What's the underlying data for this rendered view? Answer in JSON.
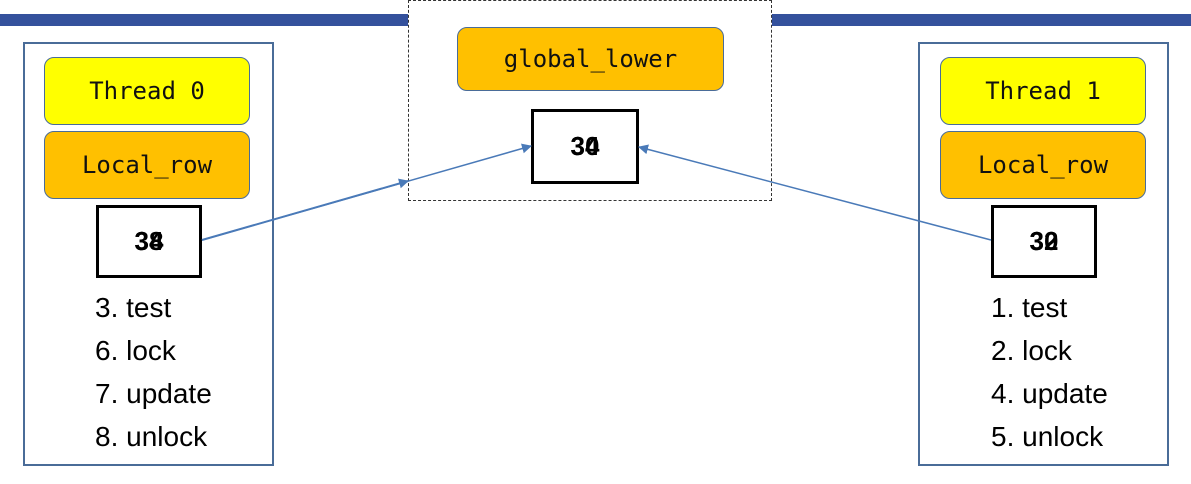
{
  "global": {
    "label": "global_lower",
    "value_layers": [
      "30",
      "34"
    ]
  },
  "thread0": {
    "title": "Thread 0",
    "local_label": "Local_row",
    "value_layers": [
      "38",
      "34"
    ],
    "steps": [
      "3. test",
      "6. lock",
      "7. update",
      "8. unlock"
    ]
  },
  "thread1": {
    "title": "Thread 1",
    "local_label": "Local_row",
    "value_layers": [
      "30",
      "32"
    ],
    "steps": [
      "1. test",
      "2. lock",
      "4. update",
      "5. unlock"
    ]
  },
  "colors": {
    "header_bar": "#34519c",
    "thread_label": "#ffff00",
    "variable_label": "#ffc000",
    "panel_border": "#4a6c98",
    "arrow": "#4a7ab8"
  }
}
